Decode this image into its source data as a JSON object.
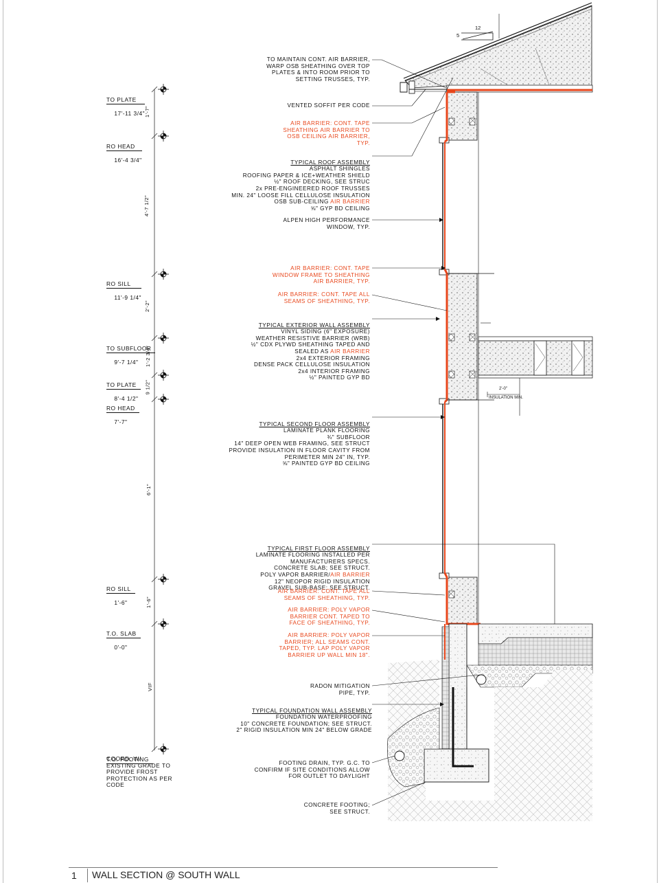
{
  "roof_slope": {
    "rise": "5",
    "run": "12"
  },
  "levels": [
    {
      "name": "TO PLATE",
      "elev": "17'-11 3/4\""
    },
    {
      "name": "RO HEAD",
      "elev": "16'-4 3/4\""
    },
    {
      "name": "RO SILL",
      "elev": "11'-9 1/4\""
    },
    {
      "name": "TO SUBFLOOR",
      "elev": "9'-7 1/4\""
    },
    {
      "name": "TO PLATE",
      "elev": "8'-4 1/2\""
    },
    {
      "name": "RO HEAD",
      "elev": "7'-7\""
    },
    {
      "name": "RO SILL",
      "elev": "1'-6\""
    },
    {
      "name": "T.O. SLAB",
      "elev": "0'-0\""
    },
    {
      "name": "T.O. FOOTING",
      "elev": ""
    }
  ],
  "dimensions": [
    "1'-7\"",
    "4'-7 1/2\"",
    "2'-2\"",
    "1'-2 3/4\"",
    "9 1/2\"",
    "6'-1\"",
    "1'-6\"",
    "VIF"
  ],
  "footing_note": "COORD. W/\nEXISTING GRADE TO\nPROVIDE FROST\nPROTECTION AS PER\nCODE",
  "notes": {
    "osb_wrap": "TO MAINTAIN CONT. AIR BARRIER,\nWARP OSB SHEATHING OVER TOP\nPLATES & INTO ROOM PRIOR TO\nSETTING TRUSSES, TYP.",
    "soffit": "VENTED SOFFIT PER CODE",
    "ab_osb": "AIR BARRIER: CONT. TAPE\nSHEATHING AIR BARRIER TO\nOSB CEILING AIR BARRIER,\nTYP.",
    "roof_title": "TYPICAL ROOF ASSEMBLY",
    "roof_body": "ASPHALT SHINGLES\nROOFING PAPER & ICE+WEATHER SHIELD\n½\" ROOF DECKING, SEE STRUC\n2x PRE-ENGINEERED ROOF TRUSSES\nMIN. 24\" LOOSE FILL CELLULOSE INSULATION",
    "roof_osb": "OSB SUB-CEILING ",
    "roof_osb_ab": "AIR BARRIER",
    "roof_gyp": "⅝\" GYP BD CEILING",
    "window": "ALPEN HIGH PERFORMANCE\nWINDOW, TYP.",
    "ab_window": "AIR BARRIER: CONT. TAPE\nWINDOW FRAME TO SHEATHING\nAIR BARRIER, TYP.",
    "ab_seams_1": "AIR BARRIER: CONT. TAPE ALL\nSEAMS OF SHEATHING, TYP.",
    "wall_title": "TYPICAL EXTERIOR WALL ASSEMBLY",
    "wall_body_1": "VINYL SIDING (6\" EXPOSURE)\nWEATHER RESISTIVE BARRIER (WRB)\n½\" CDX PLYWD SHEATHING TAPED AND",
    "wall_sealed": "SEALED AS ",
    "wall_sealed_ab": "AIR BARRIER",
    "wall_body_2": "2x4 EXTERIOR FRAMING\nDENSE PACK CELLULOSE INSULATION\n2x4 INTERIOR FRAMING\n½\" PAINTED GYP BD",
    "floor2_title": "TYPICAL SECOND FLOOR ASSEMBLY",
    "floor2_body": "LAMINATE PLANK FLOORING\n¾\" SUBFLOOR\n14\" DEEP OPEN WEB FRAMING, SEE STRUCT\nPROVIDE INSULATION IN FLOOR CAVITY FROM\nPERIMETER MIN 24\" IN, TYP.\n⅝\" PAINTED GYP BD CEILING",
    "floor1_title": "TYPICAL FIRST FLOOR ASSEMBLY",
    "floor1_body_1": "LAMINATE FLOORING INSTALLED PER\nMANUFACTURERS SPECS.\nCONCRETE SLAB; SEE STRUCT.",
    "floor1_poly": "POLY VAPOR BARRIER/",
    "floor1_poly_ab": "AIR BARRIER",
    "floor1_body_2": "12\" NEOPOR RIGID INSULATION\nGRAVEL SUB-BASE; SEE STRUCT.",
    "ab_seams_2": "AIR BARRIER: CONT. TAPE ALL\nSEAMS OF SHEATHING, TYP.",
    "ab_poly_1": "AIR BARRIER: POLY VAPOR\nBARRIER CONT. TAPED TO\nFACE OF SHEATHING, TYP.",
    "ab_poly_2": "AIR BARRIER: POLY VAPOR\nBARRIER; ALL SEAMS CONT.\nTAPED, TYP. LAP POLY VAPOR\nBARRIER UP WALL MIN 18\".",
    "radon": "RADON MITIGATION\nPIPE, TYP.",
    "found_title": "TYPICAL FOUNDATION WALL ASSEMBLY",
    "found_body": "FOUNDATION WATERPROOFING\n10\" CONCRETE FOUNDATION; SEE STRUCT.\n2\" RIGID INSULATION MIN 24\" BELOW GRADE",
    "drain": "FOOTING DRAIN, TYP. G.C. TO\nCONFIRM IF SITE CONDITIONS ALLOW\nFOR OUTLET TO DAYLIGHT",
    "footing": "CONCRETE FOOTING;\nSEE STRUCT.",
    "dim_2ft": "2'-0\"",
    "insul_min": "INSULATION MIN."
  },
  "drawing_number": "1",
  "drawing_title": "WALL SECTION @ SOUTH WALL",
  "colors": {
    "air_barrier": "#e8471c",
    "line": "#111111"
  }
}
